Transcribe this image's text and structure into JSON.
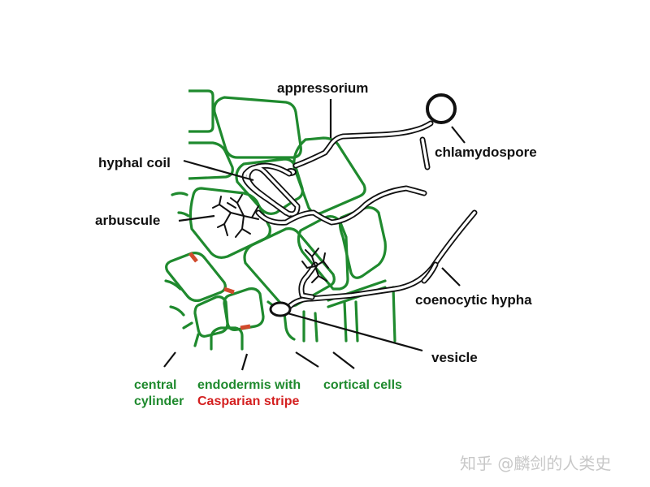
{
  "labels": {
    "appressorium": "appressorium",
    "chlamydospore": "chlamydospore",
    "hyphal_coil": "hyphal coil",
    "arbuscule": "arbuscule",
    "coenocytic_hypha": "coenocytic hypha",
    "vesicle": "vesicle",
    "central_cylinder_1": "central",
    "central_cylinder_2": "cylinder",
    "endodermis_1": "endodermis with",
    "casparian_stripe": "Casparian stripe",
    "cortical_cells": "cortical cells"
  },
  "watermark": "知乎 @麟剑的人类史",
  "colors": {
    "cell_wall": "#1f8a2e",
    "casparian_stripe": "#d42020",
    "fungus": "#111111",
    "label": "#111111"
  }
}
